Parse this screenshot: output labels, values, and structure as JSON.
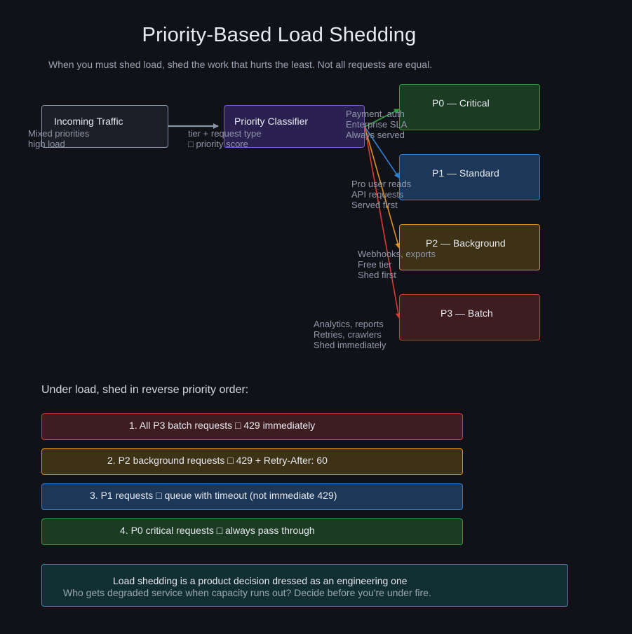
{
  "title": "Priority-Based Load Shedding",
  "subtitle": "When you must shed load, shed the work that hurts the least. Not all requests are equal.",
  "incoming": {
    "label": "Incoming Traffic",
    "notes": [
      "Mixed priorities",
      "high load"
    ]
  },
  "classifier": {
    "label": "Priority Classifier",
    "edge_label": [
      "tier + request type",
      "□ priority score"
    ]
  },
  "priorities": [
    {
      "label": "P0 — Critical",
      "notes": [
        "Payment, auth",
        "Enterprise SLA",
        "Always served"
      ],
      "color": "#2ea043",
      "fill": "#1c3b23"
    },
    {
      "label": "P1 — Standard",
      "notes": [
        "Pro user reads",
        "API requests",
        "Served first"
      ],
      "color": "#2f7fd0",
      "fill": "#1c3757"
    },
    {
      "label": "P2 — Background",
      "notes": [
        "Webhooks, exports",
        "Free tier",
        "Shed first"
      ],
      "color": "#e0921d",
      "fill": "#3d3116"
    },
    {
      "label": "P3 — Batch",
      "notes": [
        "Analytics, reports",
        "Retries, crawlers",
        "Shed immediately"
      ],
      "color": "#dc3a35",
      "fill": "#3d1d1f"
    }
  ],
  "shed_heading": "Under load, shed in reverse priority order:",
  "shed_steps": [
    {
      "text": "1. All P3 batch requests □ 429 immediately",
      "color": "#dc3a35",
      "fill": "#3d1d1f"
    },
    {
      "text": "2. P2 background requests □ 429 + Retry-After: 60",
      "color": "#e0921d",
      "fill": "#3d3116"
    },
    {
      "text": "3. P1 requests □ queue with timeout (not immediate 429)",
      "color": "#2f7fd0",
      "fill": "#1c3757"
    },
    {
      "text": "4. P0 critical requests □ always pass through",
      "color": "#2ea043",
      "fill": "#1c3b23"
    }
  ],
  "callout": {
    "heading": "Load shedding is a product decision dressed as an engineering one",
    "sub": "Who gets degraded service when capacity runs out? Decide before you're under fire."
  },
  "colors": {
    "incoming_border": "#8b95a8",
    "incoming_fill": "#1c1f27",
    "classifier_border": "#7d5ad6",
    "classifier_fill": "#2a2151",
    "callout_border": "#1f9fb3",
    "callout_fill": "#112e33"
  }
}
